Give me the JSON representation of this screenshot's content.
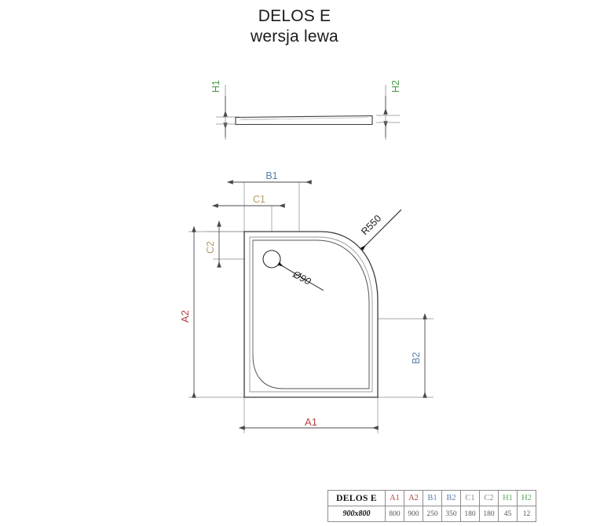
{
  "title": {
    "line1": "DELOS E",
    "line2": "wersja lewa"
  },
  "drawing": {
    "section_view": {
      "labels": [
        {
          "id": "H1",
          "text": "H1",
          "color": "#4a9a4a"
        },
        {
          "id": "H2",
          "text": "H2",
          "color": "#4a9a4a"
        }
      ]
    },
    "plan_view": {
      "labels": [
        {
          "id": "B1",
          "text": "B1",
          "color": "#5b7fa6"
        },
        {
          "id": "C1",
          "text": "C1",
          "color": "#b59b6a"
        },
        {
          "id": "C2",
          "text": "C2",
          "color": "#b59b6a"
        },
        {
          "id": "A2",
          "text": "A2",
          "color": "#b5403f"
        },
        {
          "id": "A1",
          "text": "A1",
          "color": "#b5403f"
        },
        {
          "id": "B2",
          "text": "B2",
          "color": "#5b7fa6"
        }
      ],
      "annotations": [
        {
          "id": "radius",
          "text": "R550",
          "color": "#222222"
        },
        {
          "id": "drain",
          "text": "Ø90",
          "color": "#222222"
        }
      ]
    }
  },
  "spec_table": {
    "headers": [
      "DELOS E",
      "A1",
      "A2",
      "B1",
      "B2",
      "C1",
      "C2",
      "H1",
      "H2"
    ],
    "header_colors": [
      "#111111",
      "#b5403f",
      "#b5403f",
      "#5b7fa6",
      "#5b7fa6",
      "#8a8a8a",
      "#8a8a8a",
      "#5fa85f",
      "#5fa85f"
    ],
    "rows": [
      {
        "model": "900x800",
        "values": [
          "800",
          "900",
          "250",
          "350",
          "180",
          "180",
          "45",
          "12"
        ]
      }
    ]
  },
  "colors": {
    "line": "#6f6f6f",
    "outline": "#3a3a3a",
    "red": "#b5403f",
    "blue": "#5b7fa6",
    "tan": "#b59b6a",
    "green": "#4a9a4a",
    "gray": "#8a8a8a",
    "background": "#ffffff"
  }
}
